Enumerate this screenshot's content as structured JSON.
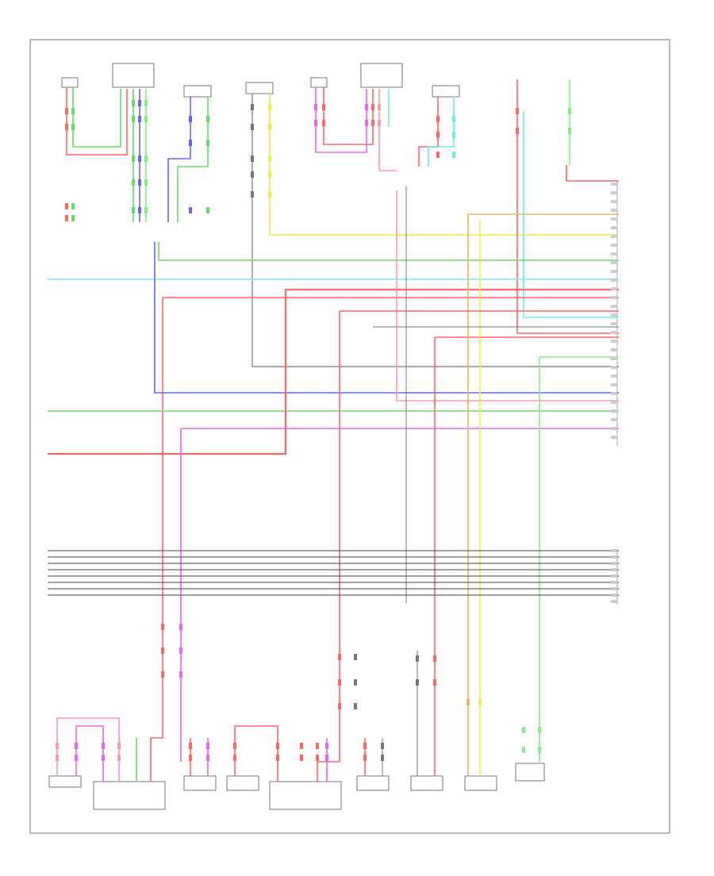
{
  "colors": {
    "red": "#ff6666",
    "pink": "#ff99aa",
    "green": "#66dd66",
    "lightgreen": "#88ee88",
    "blue": "#6666ee",
    "cyan": "#66eeee",
    "yellow": "#eeee44",
    "gray": "#777777",
    "magenta": "#ee66ee",
    "orange": "#e8b860",
    "darkgray": "#444444"
  },
  "diagram": {
    "footer_code": "",
    "top_components": [
      {
        "id": "left-rear-tweeter",
        "label": ""
      },
      {
        "id": "left-rear-door-speaker",
        "label": ""
      },
      {
        "id": "left-rear-center-speaker",
        "label": ""
      },
      {
        "id": "center-speaker",
        "label": ""
      },
      {
        "id": "right-rear-tweeter",
        "label": ""
      },
      {
        "id": "right-rear-door-speaker",
        "label": ""
      },
      {
        "id": "right-rear-center-speaker",
        "label": ""
      },
      {
        "id": "fuse-1",
        "label": ""
      },
      {
        "id": "fuse-2",
        "label": ""
      }
    ],
    "bottom_components": [
      {
        "id": "left-rear-woofer",
        "label": ""
      },
      {
        "id": "left-rear-speaker-assembly",
        "label": ""
      },
      {
        "id": "left-front-speaker",
        "label": ""
      },
      {
        "id": "right-front-speaker",
        "label": ""
      },
      {
        "id": "right-rear-speaker-assembly",
        "label": ""
      },
      {
        "id": "right-rear-woofer",
        "label": ""
      },
      {
        "id": "left-front-tweeter",
        "label": ""
      },
      {
        "id": "right-front-tweeter",
        "label": ""
      },
      {
        "id": "stereo-component",
        "label": ""
      }
    ],
    "amplifier_label": "",
    "legend_label": ""
  }
}
